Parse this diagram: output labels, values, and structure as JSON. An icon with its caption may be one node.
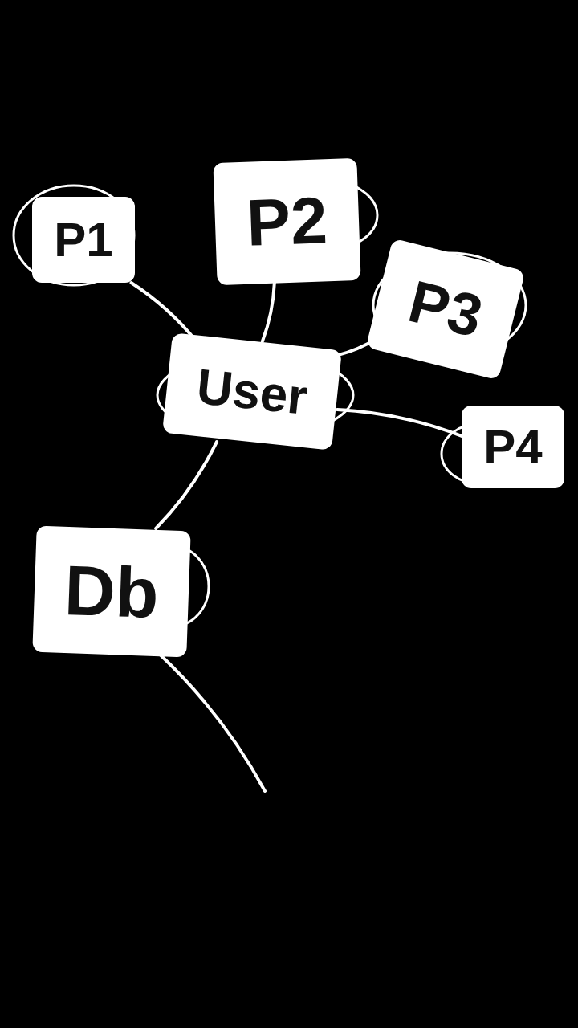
{
  "diagram": {
    "nodes": [
      {
        "text": [
          "P1"
        ]
      },
      {
        "text": [
          "P2"
        ]
      },
      {
        "text": [
          "P3"
        ]
      },
      {
        "text": [
          "User"
        ]
      },
      {
        "text": [
          "P4"
        ]
      },
      {
        "text": [
          "Db"
        ]
      }
    ],
    "edges": [
      {
        "from": 0,
        "to": 3,
        "arrow": "none"
      },
      {
        "from": 1,
        "to": 3,
        "arrow": "none"
      },
      {
        "from": 2,
        "to": 3,
        "arrow": "none"
      },
      {
        "from": 3,
        "to": 4,
        "arrow": "none"
      },
      {
        "from": 3,
        "to": 5,
        "arrow": "none"
      },
      {
        "from": 5,
        "to": null,
        "arrow": "none"
      }
    ]
  }
}
